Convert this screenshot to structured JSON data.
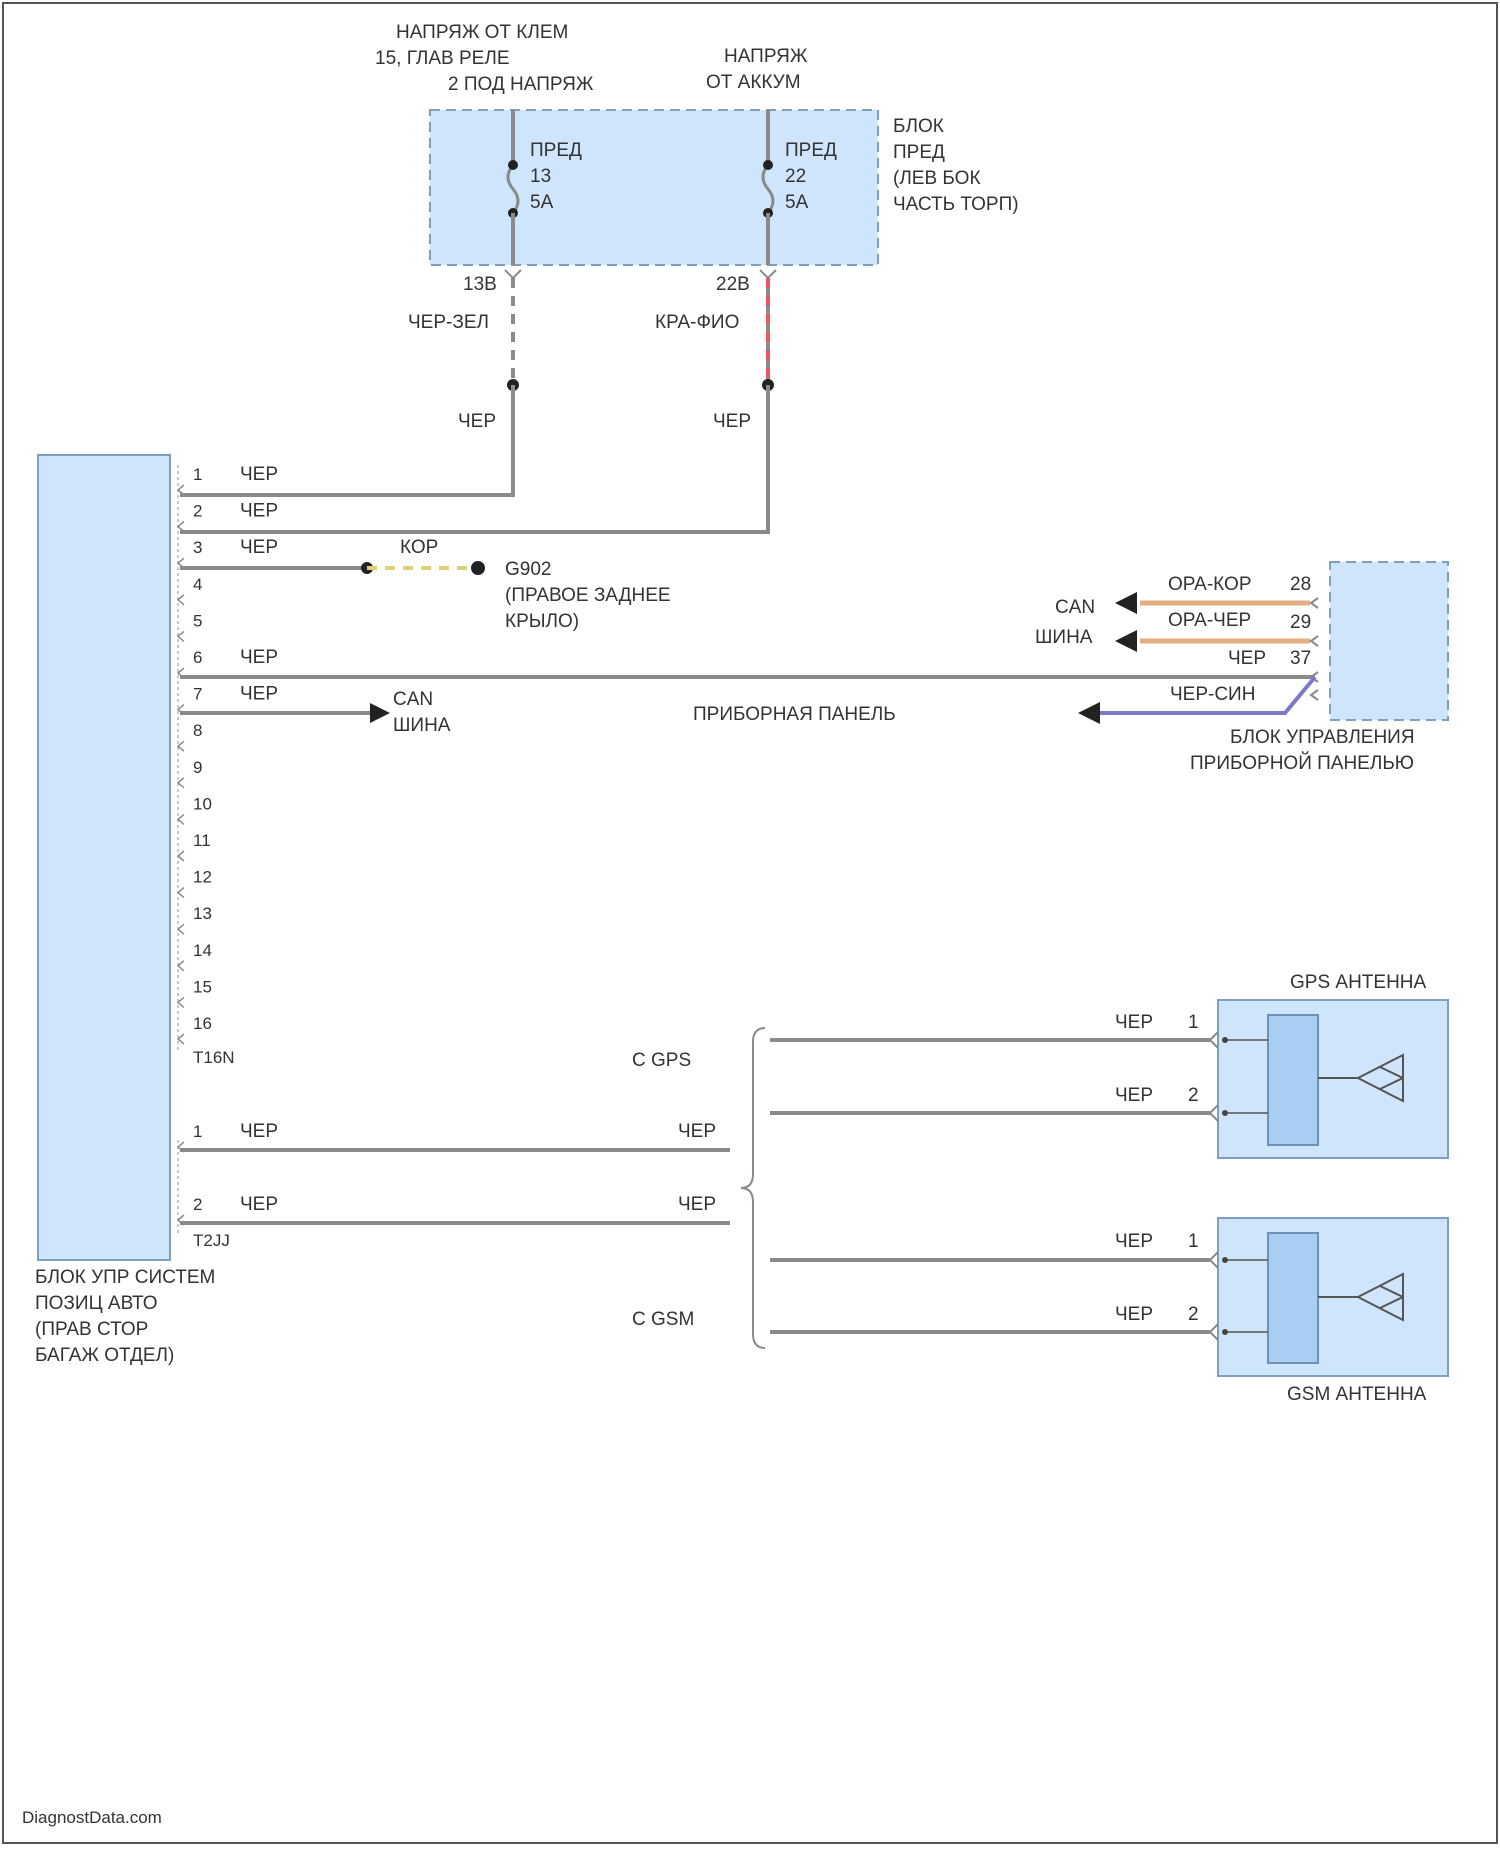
{
  "colors": {
    "wire": "#8a8a8a",
    "module_fill": "#cfe5fb",
    "module_stroke": "#7f9fbf",
    "wire_orange": "#e6ae80",
    "wire_red": "#e35b5b",
    "wire_yellow": "#e2cf77",
    "wire_blue": "#7c79c8",
    "arrow": "#222222"
  },
  "top": {
    "supply_left": [
      "НАПРЯЖ ОТ КЛЕМ",
      "15, ГЛАВ РЕЛЕ",
      "2 ПОД НАПРЯЖ"
    ],
    "supply_right": [
      "НАПРЯЖ",
      "ОТ АККУМ"
    ],
    "fuse_box_label": [
      "БЛОК",
      "ПРЕД",
      "(ЛЕВ БОК",
      "ЧАСТЬ ТОРП)"
    ],
    "fuse_left": [
      "ПРЕД",
      "13",
      "5А"
    ],
    "fuse_right": [
      "ПРЕД",
      "22",
      "5А"
    ],
    "term_left": "13В",
    "term_right": "22В",
    "wire_left_color": "ЧЕР-ЗЕЛ",
    "wire_right_color": "КРА-ФИО",
    "wire_left_color2": "ЧЕР",
    "wire_right_color2": "ЧЕР"
  },
  "main_module": {
    "label": [
      "БЛОК УПР СИСТЕМ",
      "ПОЗИЦ АВТО",
      "(ПРАВ СТОР",
      "БАГАЖ ОТДЕЛ)"
    ],
    "connector1": "T16N",
    "connector2": "T2JJ",
    "pins": [
      {
        "num": "1",
        "wire": "ЧЕР"
      },
      {
        "num": "2",
        "wire": "ЧЕР"
      },
      {
        "num": "3",
        "wire": "ЧЕР"
      },
      {
        "num": "4",
        "wire": ""
      },
      {
        "num": "5",
        "wire": ""
      },
      {
        "num": "6",
        "wire": "ЧЕР"
      },
      {
        "num": "7",
        "wire": "ЧЕР"
      },
      {
        "num": "8",
        "wire": ""
      },
      {
        "num": "9",
        "wire": ""
      },
      {
        "num": "10",
        "wire": ""
      },
      {
        "num": "11",
        "wire": ""
      },
      {
        "num": "12",
        "wire": ""
      },
      {
        "num": "13",
        "wire": ""
      },
      {
        "num": "14",
        "wire": ""
      },
      {
        "num": "15",
        "wire": ""
      },
      {
        "num": "16",
        "wire": ""
      }
    ],
    "pins2": [
      {
        "num": "1",
        "wire": "ЧЕР"
      },
      {
        "num": "2",
        "wire": "ЧЕР"
      }
    ]
  },
  "ground": {
    "wire": "КОР",
    "label": [
      "G902",
      "(ПРАВОЕ ЗАДНЕЕ",
      "КРЫЛО)"
    ]
  },
  "can_left": [
    "CAN",
    "ШИНА"
  ],
  "instrument": {
    "label": [
      "БЛОК УПРАВЛЕНИЯ",
      "ПРИБОРНОЙ ПАНЕЛЬЮ"
    ],
    "bus_label": "ПРИБОРНАЯ ПАНЕЛЬ",
    "can_label": [
      "CAN",
      "ШИНА"
    ],
    "wires": [
      {
        "color": "ОРА-КОР",
        "pin": "28"
      },
      {
        "color": "ОРА-ЧЕР",
        "pin": "29"
      },
      {
        "color": "ЧЕР",
        "pin": "37"
      },
      {
        "color": "ЧЕР-СИН",
        "pin": ""
      }
    ]
  },
  "antennas": {
    "gps": {
      "title": "GPS АНТЕННА",
      "wires": [
        {
          "color": "ЧЕР",
          "pin": "1"
        },
        {
          "color": "ЧЕР",
          "pin": "2"
        }
      ]
    },
    "gsm": {
      "title": "GSM АНТЕННА",
      "wires": [
        {
          "color": "ЧЕР",
          "pin": "1"
        },
        {
          "color": "ЧЕР",
          "pin": "2"
        }
      ]
    },
    "c_gps": "С GPS",
    "c_gsm": "С GSM",
    "trunk_labels": [
      "ЧЕР",
      "ЧЕР"
    ]
  },
  "footer": "DiagnostData.com"
}
